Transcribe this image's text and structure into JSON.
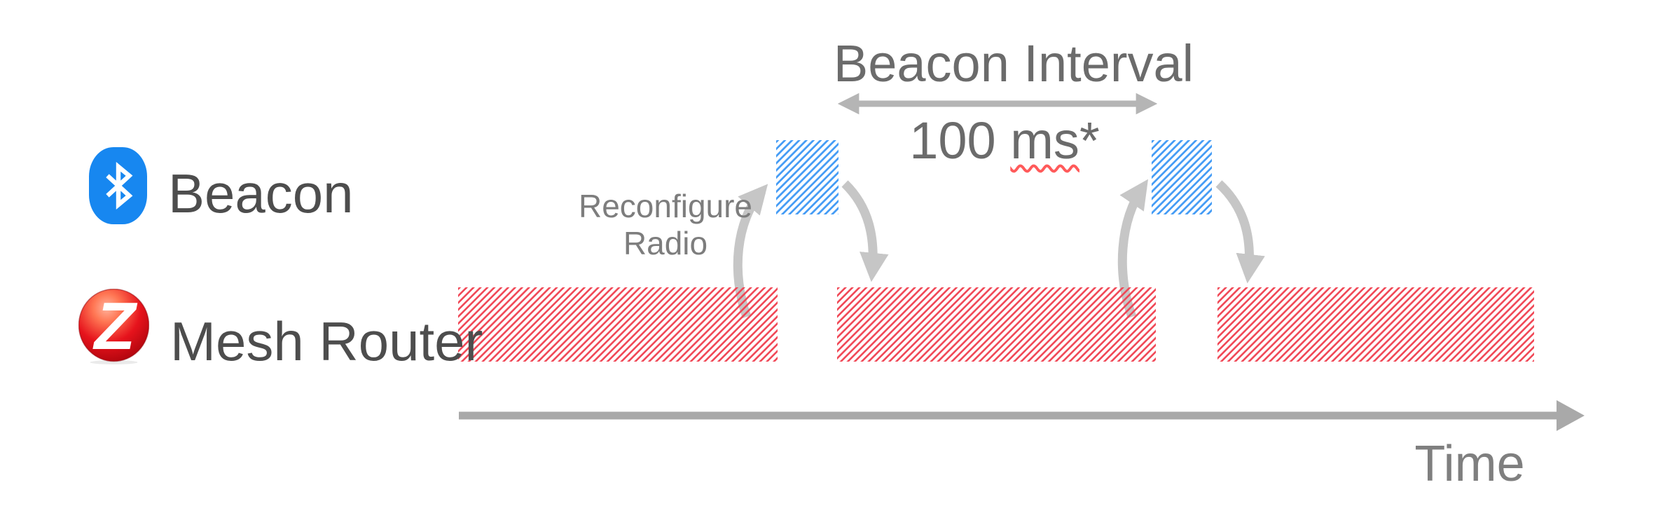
{
  "rows": {
    "beacon": {
      "label": "Beacon",
      "icon": "bluetooth-icon"
    },
    "mesh_router": {
      "label": "Mesh Router",
      "icon": "zigbee-icon"
    }
  },
  "interval": {
    "label": "Beacon Interval",
    "value_prefix": "100 ",
    "value_unit": "ms",
    "value_suffix": "*",
    "unit_has_spellcheck_underline": true
  },
  "reconfigure": {
    "line1": "Reconfigure",
    "line2": "Radio"
  },
  "axis": {
    "label": "Time"
  },
  "timeline": {
    "mesh_router_activity_blocks": 3,
    "beacon_tx_blocks": 2,
    "beacon_interval_ms": "100"
  },
  "colors": {
    "mesh_hatch_red": "#f04352",
    "beacon_hatch_blue": "#419af5",
    "bluetooth_logo_blue": "#1787f0",
    "zigbee_logo_red": "#d6111c",
    "row_label_text": "#4d4d4d",
    "interval_text": "#6b6b6b",
    "secondary_text": "#7d7d7d",
    "curved_arrow_gray": "#c6c6c6",
    "measure_arrow_gray": "#b5b5b5",
    "time_axis_gray": "#a9a9a9",
    "spellcheck_underline": "#ff5a5a",
    "background": "#ffffff"
  }
}
